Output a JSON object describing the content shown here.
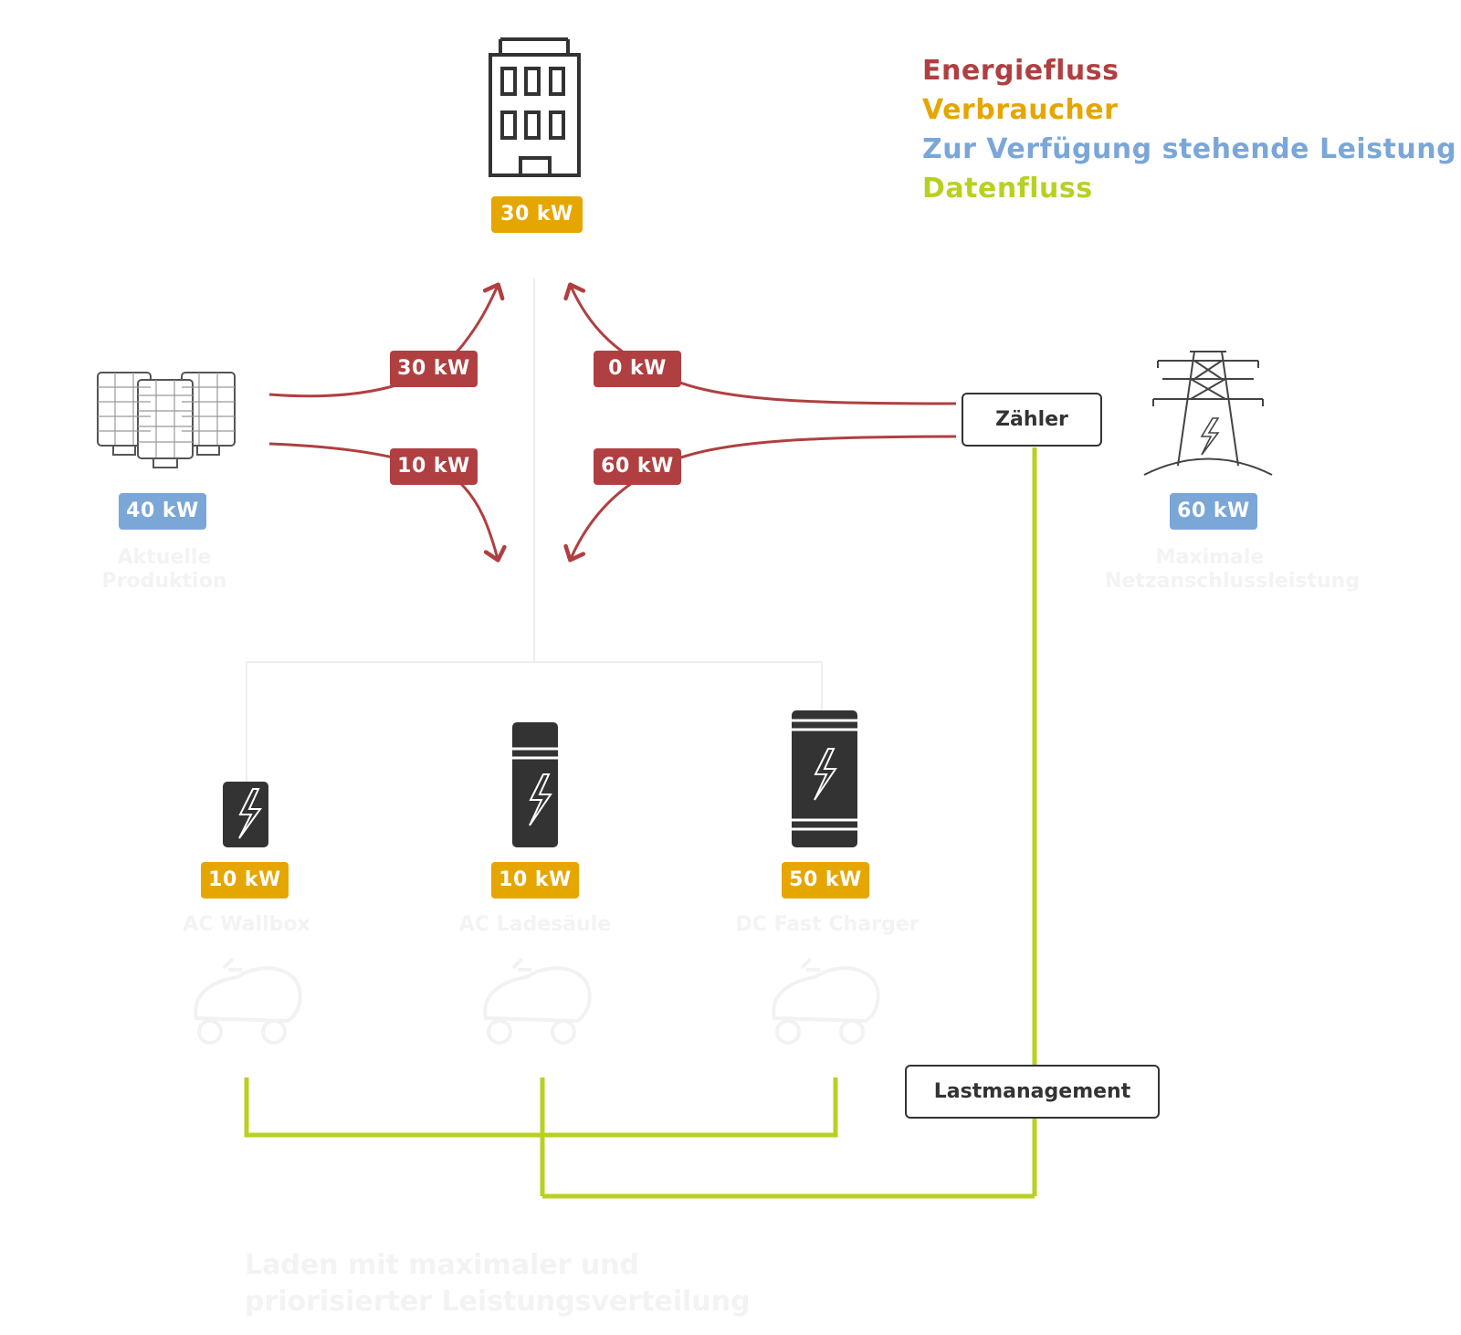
{
  "legend": {
    "energy": {
      "label": "Energiefluss",
      "color": "#b03f41"
    },
    "consumer": {
      "label": "Verbraucher",
      "color": "#e6a600"
    },
    "available": {
      "label": "Zur Verfügung stehende Leistung",
      "color": "#7aa6d8"
    },
    "data": {
      "label": "Datenfluss",
      "color": "#b9d022"
    }
  },
  "building": {
    "icon": "office-building-icon",
    "consumption": "30 kW"
  },
  "solar": {
    "icon": "solar-panels-icon",
    "power": "40 kW",
    "caption": "Aktuelle Produktion"
  },
  "grid": {
    "icon": "power-pylon-icon",
    "power": "60 kW",
    "caption": "Maximale Netzanschlussleistung"
  },
  "flows": {
    "solar_to_building": "30 kW",
    "grid_to_building": "0 kW",
    "solar_to_chargers": "10 kW",
    "grid_to_chargers": "60 kW"
  },
  "meter": {
    "label": "Zähler"
  },
  "load_management": {
    "label": "Lastmanagement"
  },
  "chargers": [
    {
      "icon": "ac-wallbox-icon",
      "power": "10 kW",
      "caption": "AC Wallbox",
      "car_icon": "electric-car-icon"
    },
    {
      "icon": "ac-charging-station-icon",
      "power": "10 kW",
      "caption": "AC Ladesäule",
      "car_icon": "electric-car-icon"
    },
    {
      "icon": "dc-fast-charger-icon",
      "power": "50 kW",
      "caption": "DC Fast Charger",
      "car_icon": "electric-car-icon"
    }
  ],
  "footer": {
    "line1": "Laden mit maximaler und",
    "line2": "priorisierter Leistungsverteilung"
  }
}
